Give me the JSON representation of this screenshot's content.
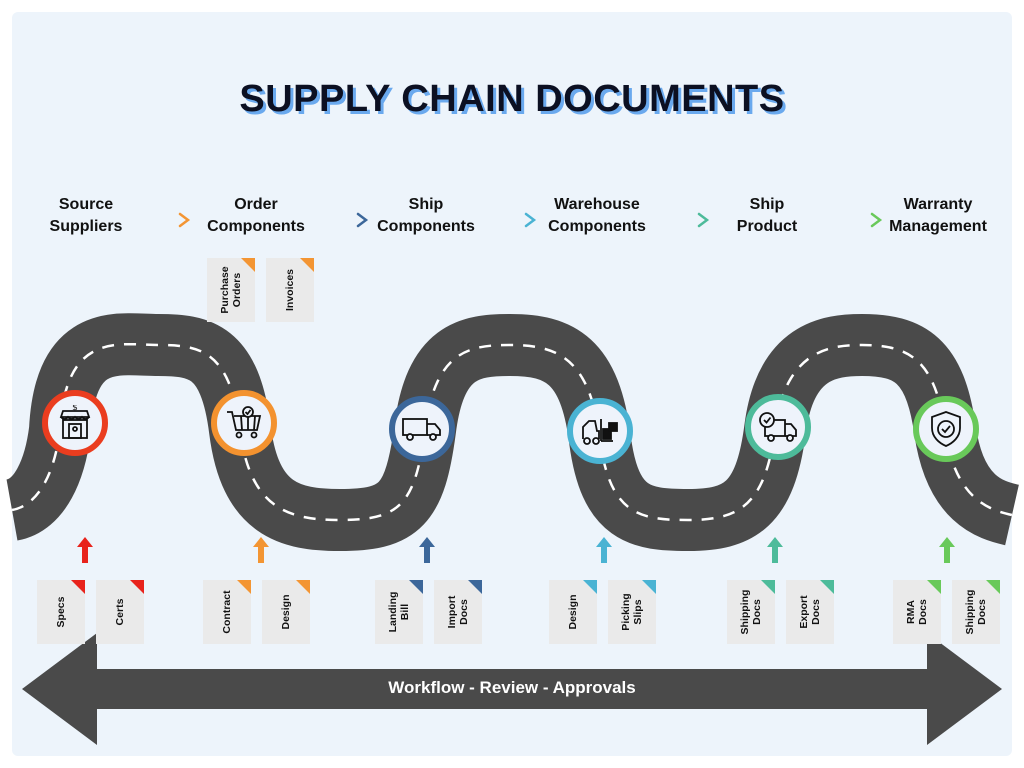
{
  "title": "SUPPLY CHAIN DOCUMENTS",
  "stages": [
    {
      "line1": "Source",
      "line2": "Suppliers",
      "color": "#ea3d1f"
    },
    {
      "line1": "Order",
      "line2": "Components",
      "color": "#f3922f"
    },
    {
      "line1": "Ship",
      "line2": "Components",
      "color": "#3c679a"
    },
    {
      "line1": "Warehouse",
      "line2": "Components",
      "color": "#4ab3d3"
    },
    {
      "line1": "Ship",
      "line2": "Product",
      "color": "#4dbb9a"
    },
    {
      "line1": "Warranty",
      "line2": "Management",
      "color": "#69c95a"
    }
  ],
  "top_docs": [
    {
      "line1": "Purchase",
      "line2": "Orders"
    },
    {
      "line1": "Invoices",
      "line2": ""
    }
  ],
  "bottom_docs": [
    {
      "line1": "Specs",
      "line2": ""
    },
    {
      "line1": "Certs",
      "line2": ""
    },
    {
      "line1": "Contract",
      "line2": ""
    },
    {
      "line1": "Design",
      "line2": ""
    },
    {
      "line1": "Landing",
      "line2": "Bill"
    },
    {
      "line1": "Import",
      "line2": "Docs"
    },
    {
      "line1": "Design",
      "line2": ""
    },
    {
      "line1": "Picking",
      "line2": "Slips"
    },
    {
      "line1": "Shipping",
      "line2": "Docs"
    },
    {
      "line1": "Export",
      "line2": "Docs"
    },
    {
      "line1": "RMA",
      "line2": "Docs"
    },
    {
      "line1": "Shipping",
      "line2": "Docs"
    }
  ],
  "icons": [
    "shop-icon",
    "cart-icon",
    "truck-icon",
    "forklift-icon",
    "delivery-truck-icon",
    "shield-icon"
  ],
  "workflow_label": "Workflow - Review - Approvals"
}
